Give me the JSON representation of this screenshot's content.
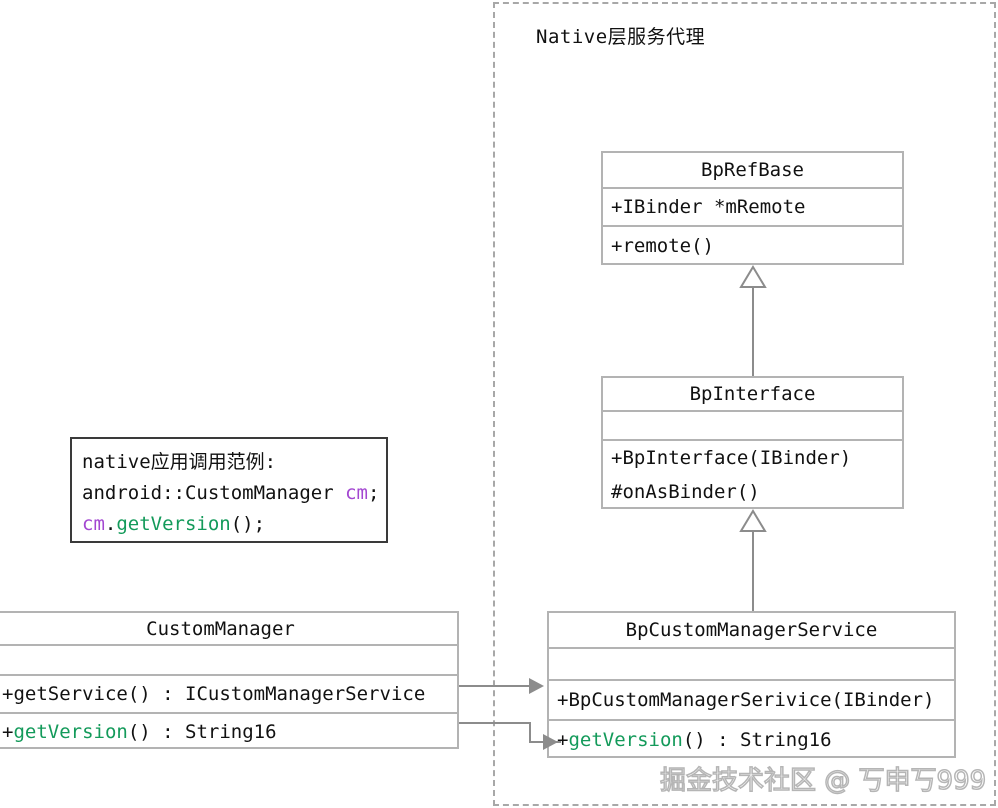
{
  "diagram": {
    "group": {
      "title": "Native层服务代理"
    },
    "classes": [
      {
        "id": "bprefbase",
        "name": "BpRefBase",
        "attributes": [
          "+IBinder *mRemote"
        ],
        "methods": [
          "+remote()"
        ]
      },
      {
        "id": "bpinterface",
        "name": "BpInterface",
        "attributes": [
          ""
        ],
        "methods": [
          "+BpInterface(IBinder)",
          "#onAsBinder()"
        ]
      },
      {
        "id": "bpcustommanagerservice",
        "name": "BpCustomManagerService",
        "attributes": [
          ""
        ],
        "methods_parts": [
          {
            "prefix": "+",
            "highlight": "",
            "suffix": "BpCustomManagerSerivice(IBinder)"
          },
          {
            "prefix": "+",
            "highlight": "getVersion",
            "suffix": "() : String16"
          }
        ]
      },
      {
        "id": "custommanager",
        "name": "CustomManager",
        "attributes": [
          ""
        ],
        "methods_parts": [
          {
            "prefix": "+",
            "highlight": "",
            "suffix": "getService() : ICustomManagerService"
          },
          {
            "prefix": "+",
            "highlight": "getVersion",
            "suffix": "() : String16"
          }
        ]
      }
    ],
    "note": {
      "lines": [
        {
          "plain": "native应用调用范例:"
        },
        {
          "plain_a": "android::CustomManager ",
          "purple": "cm",
          "plain_b": ";"
        },
        {
          "purple": "cm",
          "plain_a": ".",
          "green": "getVersion",
          "plain_b": "();"
        }
      ]
    },
    "watermark": "掘金技术社区 @ 丂申丂999",
    "colors": {
      "method_green": "#139a5a",
      "identifier_purple": "#a347d1",
      "box_border": "#b3b3b3",
      "note_border": "#3a3a3a",
      "group_border": "#a8a8a8",
      "connector": "#8c8c8c"
    }
  }
}
